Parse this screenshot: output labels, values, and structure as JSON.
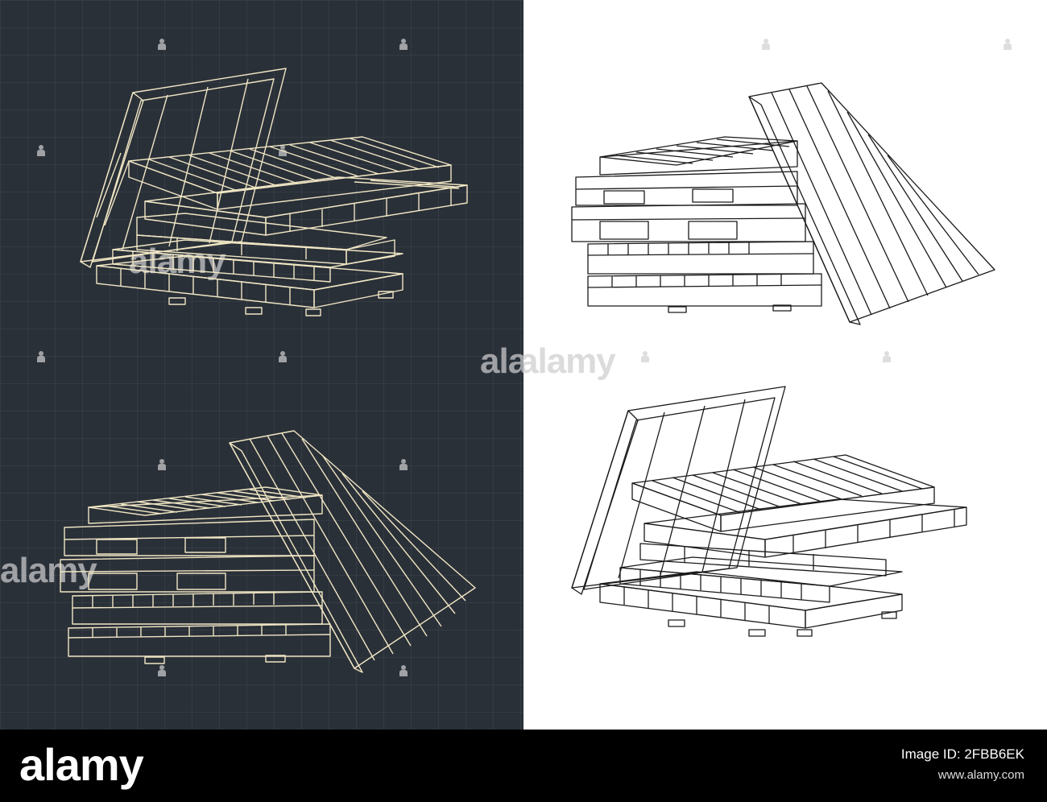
{
  "watermark": {
    "brand": "alamy",
    "partial_left": "ala",
    "partial_right": "alamy"
  },
  "colors": {
    "dark_background": "#2a3038",
    "dark_line": "#f0e6c4",
    "light_background": "#ffffff",
    "light_line": "#1a1a1a",
    "footer_background": "#000000"
  },
  "drawings": [
    {
      "name": "stack-with-leaning-pallet-left-blueprint",
      "style": "dark"
    },
    {
      "name": "stack-with-leaning-pallet-right-line-art",
      "style": "light"
    },
    {
      "name": "stack-with-leaning-pallet-right-blueprint",
      "style": "dark"
    },
    {
      "name": "stack-with-leaning-pallet-left-line-art",
      "style": "light"
    }
  ],
  "footer": {
    "logo": "alamy",
    "image_id_label": "Image ID: 2FBB6EK",
    "url": "www.alamy.com"
  }
}
